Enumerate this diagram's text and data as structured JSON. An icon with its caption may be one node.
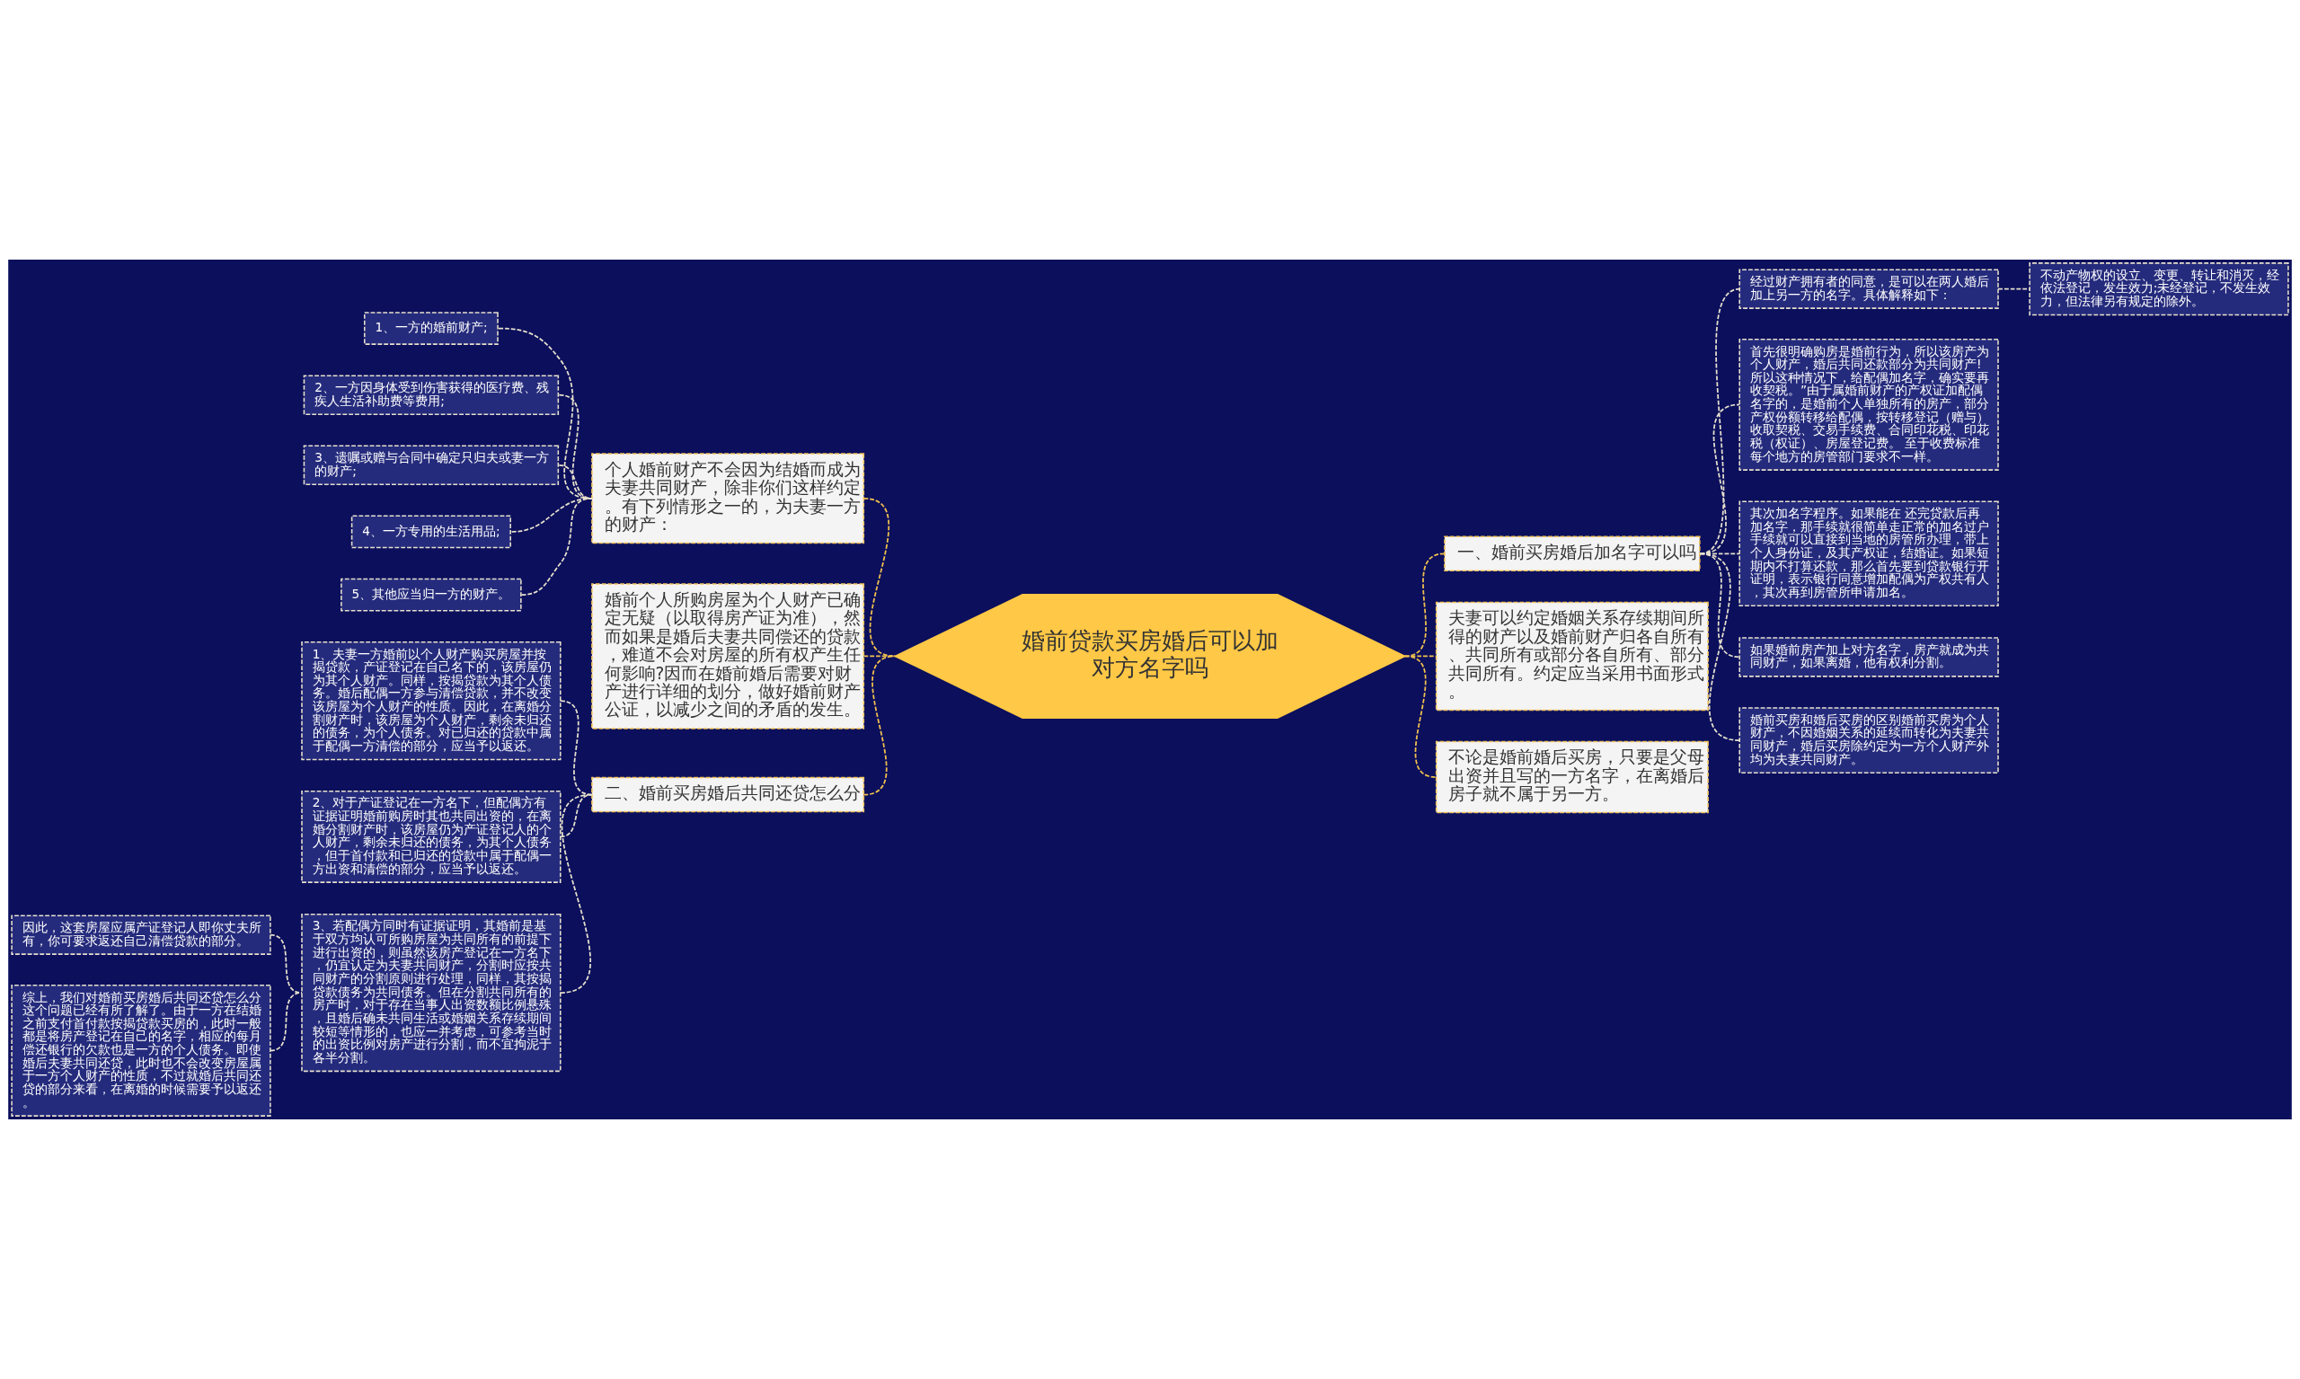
{
  "diagram": {
    "nodes": [
      {
        "text": [
          "婚前贷款买房婚后可以加对方名字吗"
        ]
      },
      {
        "text": [
          "个人婚前财产不会因为结婚而成为夫妻共同财产，除非你们这样约定。有下列情形之一的，为夫妻一方的财产："
        ]
      },
      {
        "text": [
          "1、一方的婚前财产;"
        ]
      },
      {
        "text": [
          "2、一方因身体受到伤害获得的医疗费、残疾人生活补助费等费用;"
        ]
      },
      {
        "text": [
          "3、遗嘱或赠与合同中确定只归夫或妻一方的财产;"
        ]
      },
      {
        "text": [
          "4、一方专用的生活用品;"
        ]
      },
      {
        "text": [
          "5、其他应当归一方的财产。"
        ]
      },
      {
        "text": [
          "婚前个人所购房屋为个人财产已确定无疑（以取得房产证为准），然而如果是婚后夫妻共同偿还的贷款，难道不会对房屋的所有权产生任何影响?因而在婚前婚后需要对财产进行详细的划分，做好婚前财产公证，以减少之间的矛盾的发生。"
        ]
      },
      {
        "text": [
          "二、婚前买房婚后共同还贷怎么分"
        ]
      },
      {
        "text": [
          "1、夫妻一方婚前以个人财产购买房屋并按揭贷款，产证登记在自己名下的，该房屋仍为其个人财产。同样，按揭贷款为其个人债务。婚后配偶一方参与清偿贷款，并不改变该房屋为个人财产的性质。因此，在离婚分割财产时，该房屋为个人财产，剩余未归还的债务，为个人债务。对已归还的贷款中属于配偶一方清偿的部分，应当予以返还。"
        ]
      },
      {
        "text": [
          "2、对于产证登记在一方名下，但配偶方有证据证明婚前购房时其也共同出资的，在离婚分割财产时，该房屋仍为产证登记人的个人财产，剩余未归还的债务，为其个人债务，但于首付款和已归还的贷款中属于配偶一方出资和清偿的部分，应当予以返还。"
        ]
      },
      {
        "text": [
          "3、若配偶方同时有证据证明，其婚前是基于双方均认可所购房屋为共同所有的前提下进行出资的，则虽然该房产登记在一方名下，仍宜认定为夫妻共同财产，分割时应按共同财产的分割原则进行处理，同样，其按揭贷款债务为共同债务。但在分割共同所有的房产时，对于存在当事人出资数额比例悬殊，且婚后确未共同生活或婚姻关系存续期间较短等情形的，也应一并考虑，可参考当时的出资比例对房产进行分割，而不宜拘泥于各半分割。"
        ]
      },
      {
        "text": [
          "因此，这套房屋应属产证登记人即你丈夫所有，你可要求返还自己清偿贷款的部分。"
        ]
      },
      {
        "text": [
          "综上，我们对婚前买房婚后共同还贷怎么分这个问题已经有所了解了。由于一方在结婚之前支付首付款按揭贷款买房的，此时一般都是将房产登记在自己的名字，相应的每月偿还银行的欠款也是一方的个人债务。即使婚后夫妻共同还贷，此时也不会改变房屋属于一方个人财产的性质，不过就婚后共同还贷的部分来看，在离婚的时候需要予以返还。"
        ]
      },
      {
        "text": [
          "一、婚前买房婚后加名字可以吗"
        ]
      },
      {
        "text": [
          "经过财产拥有者的同意，是可以在两人婚后加上另一方的名字。具体解释如下："
        ]
      },
      {
        "text": [
          "不动产物权的设立、变更、转让和消灭，经依法登记，发生效力;未经登记，不发生效力，但法律另有规定的除外。"
        ]
      },
      {
        "text": [
          "首先很明确购房是婚前行为，所以该房产为个人财产，婚后共同还款部分为共同财产!所以这种情况下，给配偶加名字，确实要再收契税。”由于属婚前财产的产权证加配偶名字的，是婚前个人单独所有的房产，部分产权份额转移给配偶，按转移登记（赠与）收取契税、交易手续费、合同印花税、印花税（权证）、房屋登记费。 至于收费标准每个地方的房管部门要求不一样。"
        ]
      },
      {
        "text": [
          "其次加名字程序。如果能在 还完贷款后再加名字，那手续就很简单走正常的加名过户手续就可以直接到当地的房管所办理，带上个人身份证，及其产权证，结婚证。如果短期内不打算还款，那么首先要到贷款银行开证明，表示银行同意增加配偶为产权共有人，其次再到房管所申请加名。"
        ]
      },
      {
        "text": [
          "如果婚前房产加上对方名字，房产就成为共同财产，如果离婚，他有权利分割。"
        ]
      },
      {
        "text": [
          "婚前买房和婚后买房的区别婚前买房为个人财产，不因婚姻关系的延续而转化为夫妻共同财产，婚后买房除约定为一方个人财产外均为夫妻共同财产。"
        ]
      },
      {
        "text": [
          "夫妻可以约定婚姻关系存续期间所得的财产以及婚前财产归各自所有、共同所有或部分各自所有、部分共同所有。约定应当采用书面形式。"
        ]
      },
      {
        "text": [
          "不论是婚前婚后买房，只要是父母出资并且写的一方名字，在离婚后房子就不属于另一方。"
        ]
      }
    ],
    "edges": [
      {
        "from": 0,
        "to": 1,
        "arrow": "none",
        "style": "dashed",
        "color": "#f2c14e"
      },
      {
        "from": 1,
        "to": 2,
        "arrow": "none",
        "style": "dashed"
      },
      {
        "from": 1,
        "to": 3,
        "arrow": "none",
        "style": "dashed"
      },
      {
        "from": 1,
        "to": 4,
        "arrow": "none",
        "style": "dashed"
      },
      {
        "from": 1,
        "to": 5,
        "arrow": "none",
        "style": "dashed"
      },
      {
        "from": 1,
        "to": 6,
        "arrow": "none",
        "style": "dashed"
      },
      {
        "from": 0,
        "to": 7,
        "arrow": "none",
        "style": "dashed",
        "color": "#f2c14e"
      },
      {
        "from": 0,
        "to": 8,
        "arrow": "none",
        "style": "dashed",
        "color": "#f2c14e"
      },
      {
        "from": 8,
        "to": 9,
        "arrow": "none",
        "style": "dashed"
      },
      {
        "from": 8,
        "to": 10,
        "arrow": "none",
        "style": "dashed"
      },
      {
        "from": 8,
        "to": 11,
        "arrow": "none",
        "style": "dashed"
      },
      {
        "from": 11,
        "to": 12,
        "arrow": "none",
        "style": "dashed"
      },
      {
        "from": 11,
        "to": 13,
        "arrow": "none",
        "style": "dashed"
      },
      {
        "from": 0,
        "to": 14,
        "arrow": "none",
        "style": "dashed",
        "color": "#f2c14e"
      },
      {
        "from": 14,
        "to": 15,
        "arrow": "none",
        "style": "dashed"
      },
      {
        "from": 15,
        "to": 16,
        "arrow": "none",
        "style": "dashed"
      },
      {
        "from": 14,
        "to": 17,
        "arrow": "none",
        "style": "dashed"
      },
      {
        "from": 14,
        "to": 18,
        "arrow": "none",
        "style": "dashed"
      },
      {
        "from": 14,
        "to": 19,
        "arrow": "none",
        "style": "dashed"
      },
      {
        "from": 14,
        "to": 20,
        "arrow": "none",
        "style": "dashed"
      },
      {
        "from": 0,
        "to": 21,
        "arrow": "none",
        "style": "dashed",
        "color": "#f2c14e"
      },
      {
        "from": 0,
        "to": 22,
        "arrow": "none",
        "style": "dashed",
        "color": "#f2c14e"
      }
    ]
  }
}
